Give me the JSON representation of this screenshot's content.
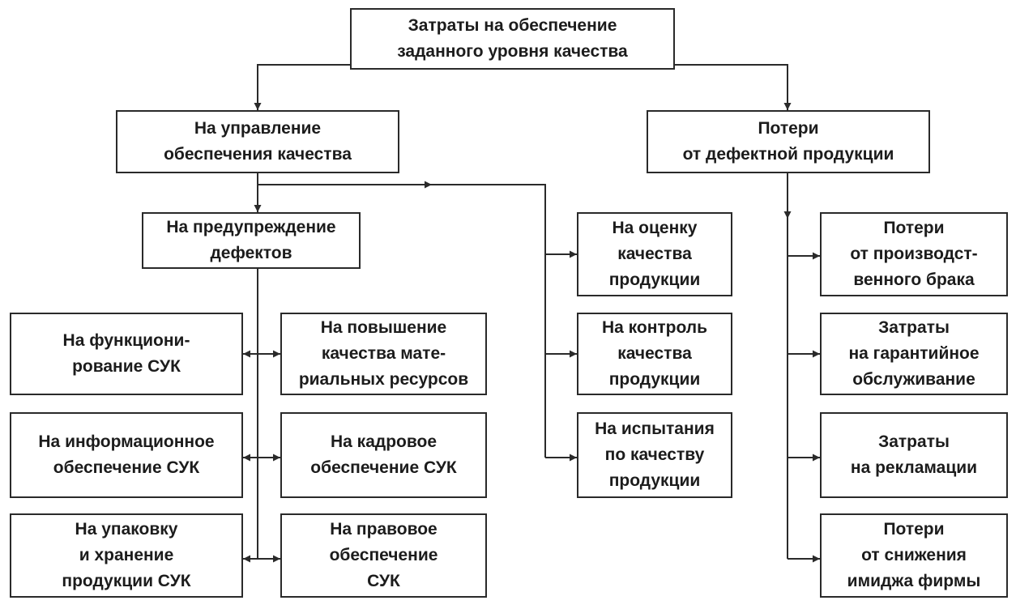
{
  "diagram": {
    "root": "Затраты на обеспечение\nзаданного уровня качества",
    "management": "На управление\nобеспечения качества",
    "losses": "Потери\nот дефектной продукции",
    "prevention": "На предупреждение\nдефектов",
    "functioning": "На функциони-\nрование СУК",
    "material": "На повышение\nкачества мате-\nриальных ресурсов",
    "information": "На информационное\nобеспечение СУК",
    "personnel": "На кадровое\nобеспечение СУК",
    "packaging": "На упаковку\nи хранение\nпродукции СУК",
    "legal": "На правовое\nобеспечение\nСУК",
    "assessment": "На оценку\nкачества\nпродукции",
    "control": "На контроль\nкачества\nпродукции",
    "testing": "На испытания\nпо качеству\nпродукции",
    "production_loss": "Потери\nот производст-\nвенного брака",
    "warranty": "Затраты\nна гарантийное\nобслуживание",
    "claims": "Затраты\nна рекламации",
    "image_loss": "Потери\nот снижения\nимиджа фирмы"
  }
}
